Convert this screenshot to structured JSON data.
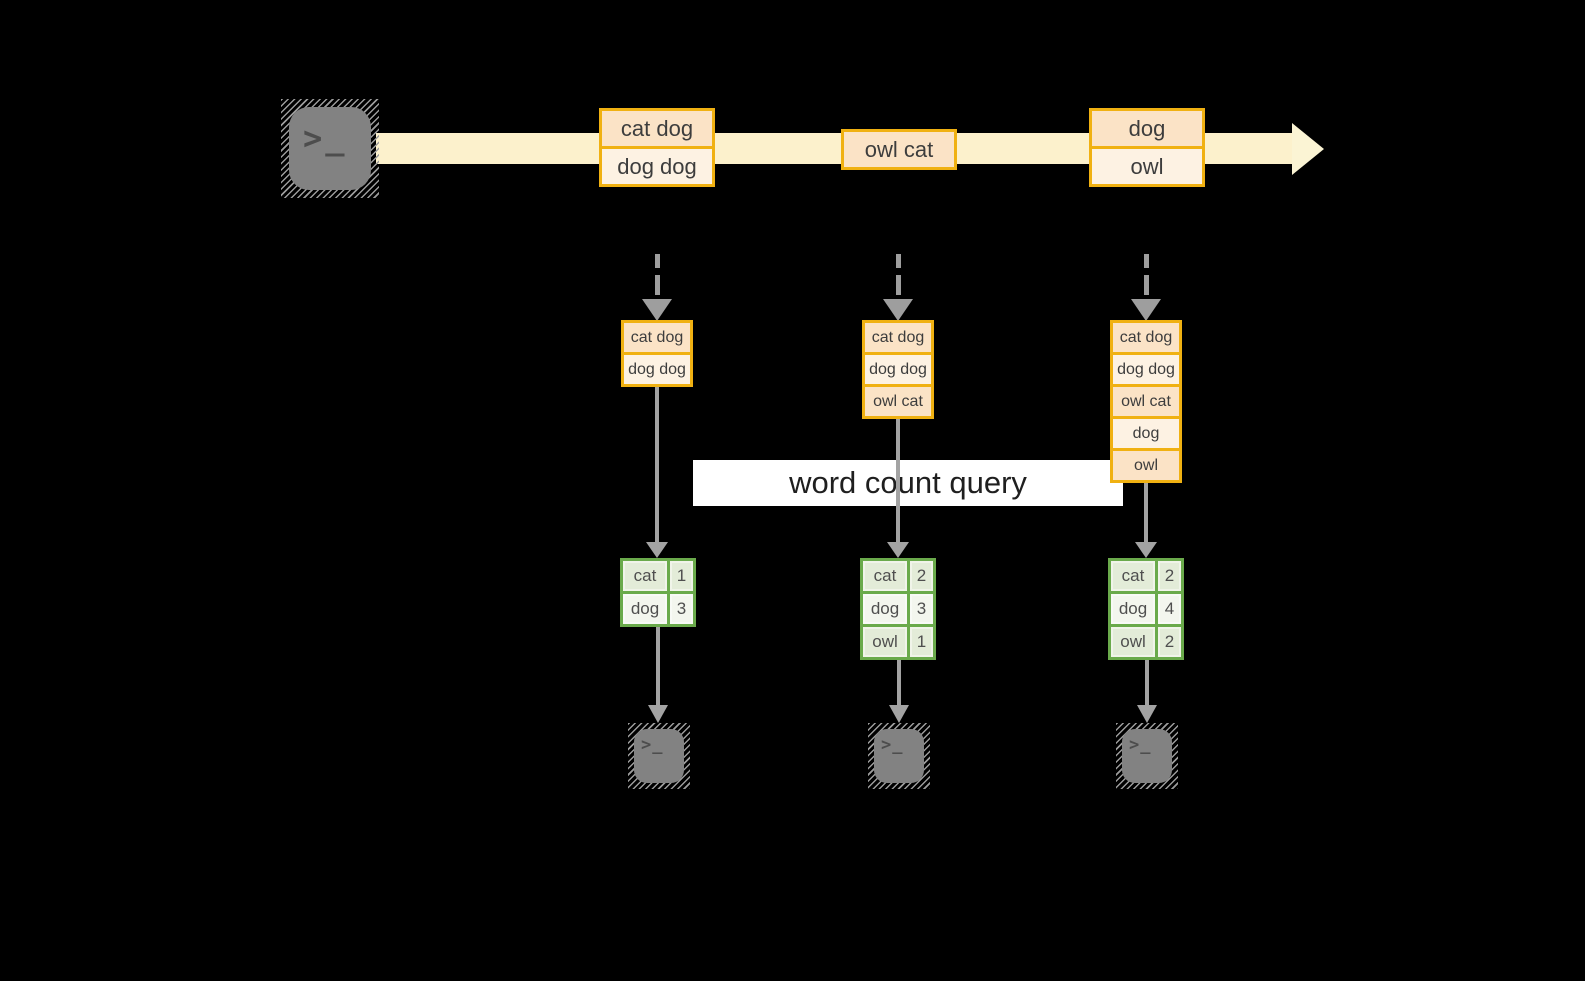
{
  "query_label": "word count query",
  "icons": {
    "terminal_prompt": ">_"
  },
  "stream": {
    "events": [
      {
        "cells": [
          "cat dog",
          "dog dog"
        ]
      },
      {
        "cells": [
          "owl cat"
        ]
      },
      {
        "cells": [
          "dog",
          "owl"
        ]
      }
    ]
  },
  "stacks": [
    {
      "cells": [
        "cat dog",
        "dog dog"
      ]
    },
    {
      "cells": [
        "cat dog",
        "dog dog",
        "owl cat"
      ]
    },
    {
      "cells": [
        "cat dog",
        "dog dog",
        "owl cat",
        "dog",
        "owl"
      ]
    }
  ],
  "tables": [
    {
      "rows": [
        [
          "cat",
          "1"
        ],
        [
          "dog",
          "3"
        ]
      ]
    },
    {
      "rows": [
        [
          "cat",
          "2"
        ],
        [
          "dog",
          "3"
        ],
        [
          "owl",
          "1"
        ]
      ]
    },
    {
      "rows": [
        [
          "cat",
          "2"
        ],
        [
          "dog",
          "4"
        ],
        [
          "owl",
          "2"
        ]
      ]
    }
  ],
  "colors": {
    "background": "#000000",
    "stream_band": "#fcf1cc",
    "event_border": "#f0b112",
    "event_cell_peach": "#fbe3c6",
    "event_cell_cream": "#fdf2e3",
    "table_border": "#6aaa4b",
    "table_cell_green": "#e3ecd8",
    "table_cell_light": "#f3f6ee",
    "arrow_gray": "#a3a3a3",
    "terminal_gray": "#828282",
    "query_band_bg": "#ffffff"
  }
}
